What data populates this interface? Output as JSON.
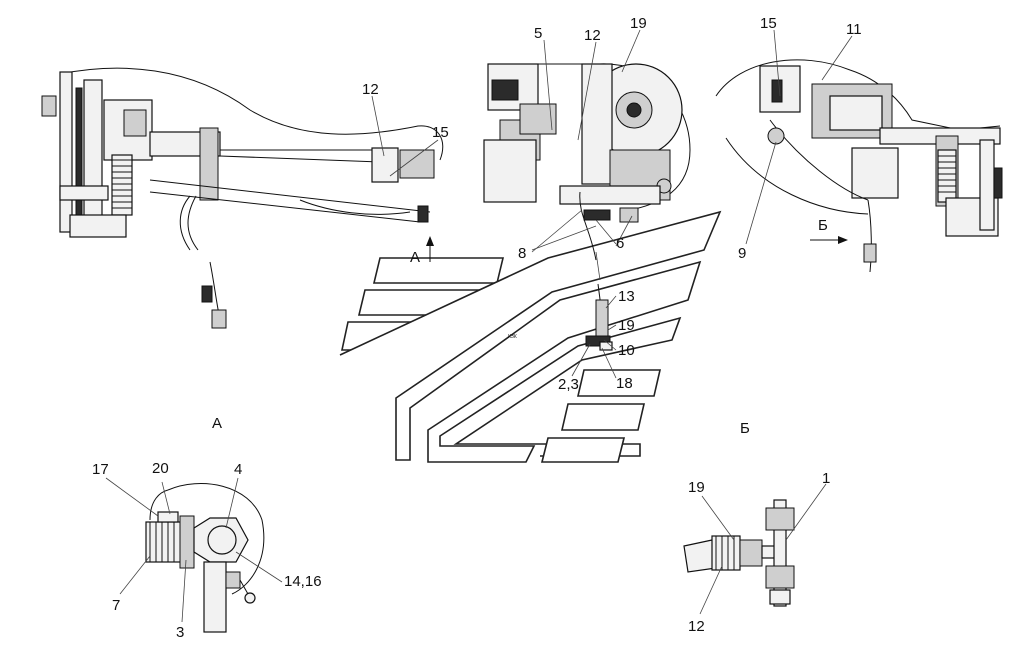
{
  "callouts": {
    "left_view": [
      "12",
      "15"
    ],
    "center_view": [
      "5",
      "12",
      "19",
      "8",
      "6",
      "13",
      "19",
      "10",
      "2,3",
      "18"
    ],
    "right_view": [
      "15",
      "11",
      "9"
    ],
    "detail_a": [
      "17",
      "20",
      "4",
      "14,16",
      "7",
      "3"
    ],
    "detail_b": [
      "19",
      "1",
      "12"
    ]
  },
  "view_markers": {
    "arrow_a": "А",
    "arrow_b": "Б",
    "view_a_title": "А",
    "view_b_title": "Б"
  },
  "logo_inscription": "КЗК"
}
